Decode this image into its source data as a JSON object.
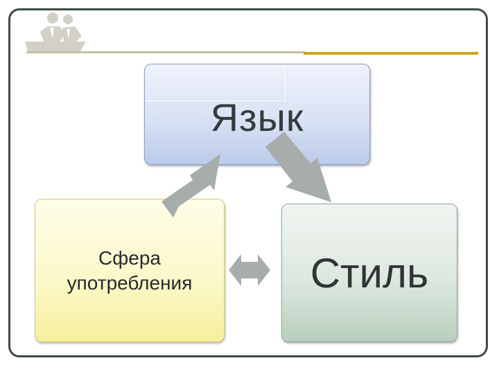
{
  "diagram": {
    "nodes": {
      "language": "Язык",
      "sphere_line1": "Сфера",
      "sphere_line2": "употребления",
      "style": "Стиль"
    }
  },
  "colors": {
    "frame": "#3d4b40",
    "accent_gold": "#c8a81e",
    "arrow_fill": "#a7adaa",
    "language_box": "#d9e2f4",
    "sphere_box": "#fbf8c8",
    "style_box": "#dde8df"
  },
  "icons": {
    "logo": "people-at-desk-icon",
    "arrow_up": "arrow-up-right-icon",
    "arrow_down": "arrow-down-right-icon",
    "arrow_both": "double-arrow-horizontal-icon"
  }
}
